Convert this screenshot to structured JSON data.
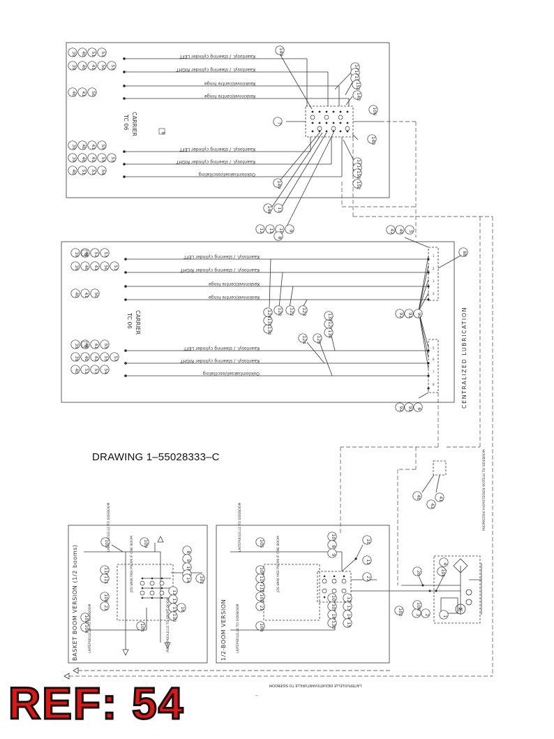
{
  "drawing_number": "DRAWING 1–55028333–C",
  "ref_label": "REF: 54",
  "page_mark": "--",
  "colors": {
    "ref_fill": "#e01515",
    "ref_outline": "#111111",
    "line": "#333333"
  },
  "carrier_top": {
    "name": "CARRIER",
    "model": "TC 06",
    "tag": "B",
    "lines": [
      {
        "label": "Kaantosyl. / steering cylinder LEFT",
        "bubbles": [
          "39",
          "40",
          "51",
          "53"
        ]
      },
      {
        "label": "Kaantosyl. / steering cylinder RIGHT",
        "bubbles": [
          "39",
          "40",
          "41",
          "50",
          "53"
        ]
      },
      {
        "label": "Keskinivel/centre hinge",
        "bubbles": []
      },
      {
        "label": "Keskinivel/centre hinge",
        "bubbles": [
          "40",
          "41",
          "50"
        ]
      },
      {
        "label": "Kaantosyl. / steering cylinder LEFT",
        "bubbles": [
          "39",
          "40",
          "41",
          "55"
        ]
      },
      {
        "label": "Kaantosyl. / steering cylinder RIGHT",
        "bubbles": [
          "39",
          "40",
          "41",
          "55",
          "53"
        ]
      },
      {
        "label": "Oskilointiakseli/oscillating",
        "bubbles": [
          "40",
          "51",
          "53",
          "54"
        ]
      }
    ],
    "callouts": [
      "149",
      "141",
      "140",
      "151",
      "152",
      "142",
      "106",
      "7",
      "143",
      "144",
      "146",
      "150",
      "152",
      "149",
      "144",
      "13",
      "12",
      "11",
      "10",
      "9",
      "8"
    ]
  },
  "carrier_mid": {
    "name": "CARRIER",
    "model": "TC 06",
    "tags": [
      "B",
      "B"
    ],
    "lines": [
      {
        "label": "Kaantosyl. / steering cylinder LEFT",
        "bubbles": [
          "39",
          "40",
          "51",
          "53"
        ]
      },
      {
        "label": "Kaantosyl. / steering cylinder RIGHT",
        "bubbles": [
          "39",
          "40",
          "41",
          "50",
          "53"
        ]
      },
      {
        "label": "Keskinivel/centre hinge",
        "bubbles": []
      },
      {
        "label": "Keskinivel/centre hinge",
        "bubbles": [
          "40",
          "41",
          "50"
        ]
      },
      {
        "label": "Kaantosyl. / steering cylinder LEFT",
        "bubbles": [
          "39",
          "40",
          "41",
          "55"
        ]
      },
      {
        "label": "Kaantosyl. / steering cylinder RIGHT",
        "bubbles": [
          "39",
          "40",
          "41",
          "55",
          "53"
        ]
      },
      {
        "label": "Oskilointiakseli/oscillating",
        "bubbles": [
          "40",
          "51",
          "53",
          "54"
        ]
      }
    ],
    "callouts": [
      "42",
      "40",
      "5",
      "88",
      "130",
      "131",
      "124",
      "120",
      "122",
      "123",
      "124",
      "125",
      "128",
      "130",
      "132",
      "92",
      "91",
      "90",
      "92",
      "91",
      "6"
    ],
    "side_label": "CENTRALIZED LUBRICATION"
  },
  "basket_boom": {
    "title": "BASKET BOOM VERSION (1/2 booms)",
    "labels": [
      "LAITEPUOLELLE TO SIDEBOOM",
      "LAITEPUOLELLE TO SIDEBOOM",
      "JOS VAIN YKSI PUOMI IF ONE BOOM",
      "PUOMIPUOLELLE TO SPORT BOOM"
    ],
    "callouts": [
      "105",
      "109",
      "110",
      "111",
      "108",
      "21",
      "108",
      "104",
      "103",
      "8",
      "9",
      "10",
      "11",
      "14",
      "102",
      "12",
      "13",
      "15",
      "130",
      "16"
    ]
  },
  "half_boom": {
    "title": "1/2-BOOM VERSION",
    "labels": [
      "LAITEPUOLELLE TO SIDEBOOM",
      "LAITEPUOLELLE TO SIDEBOOM",
      "JOS VAIN YKSI PUOMI IF ONE BOOM"
    ],
    "callouts": [
      "105",
      "109",
      "110",
      "111",
      "108",
      "21",
      "108",
      "104",
      "8",
      "9",
      "10",
      "11",
      "21",
      "107",
      "103",
      "12",
      "13",
      "14",
      "15",
      "16",
      "130"
    ]
  },
  "pump": {
    "callouts": [
      "20",
      "101",
      "4",
      "3",
      "2",
      "102",
      "100",
      "1",
      "40",
      "42",
      "41"
    ],
    "side_label": "PUOMISTON YHDYSTEIDEN VOITELU TO SIDEBOOM",
    "bottom_label": "LAITEPUOLELLE INDUKTIIVIANTURILLE TO SIDEBOOM"
  }
}
